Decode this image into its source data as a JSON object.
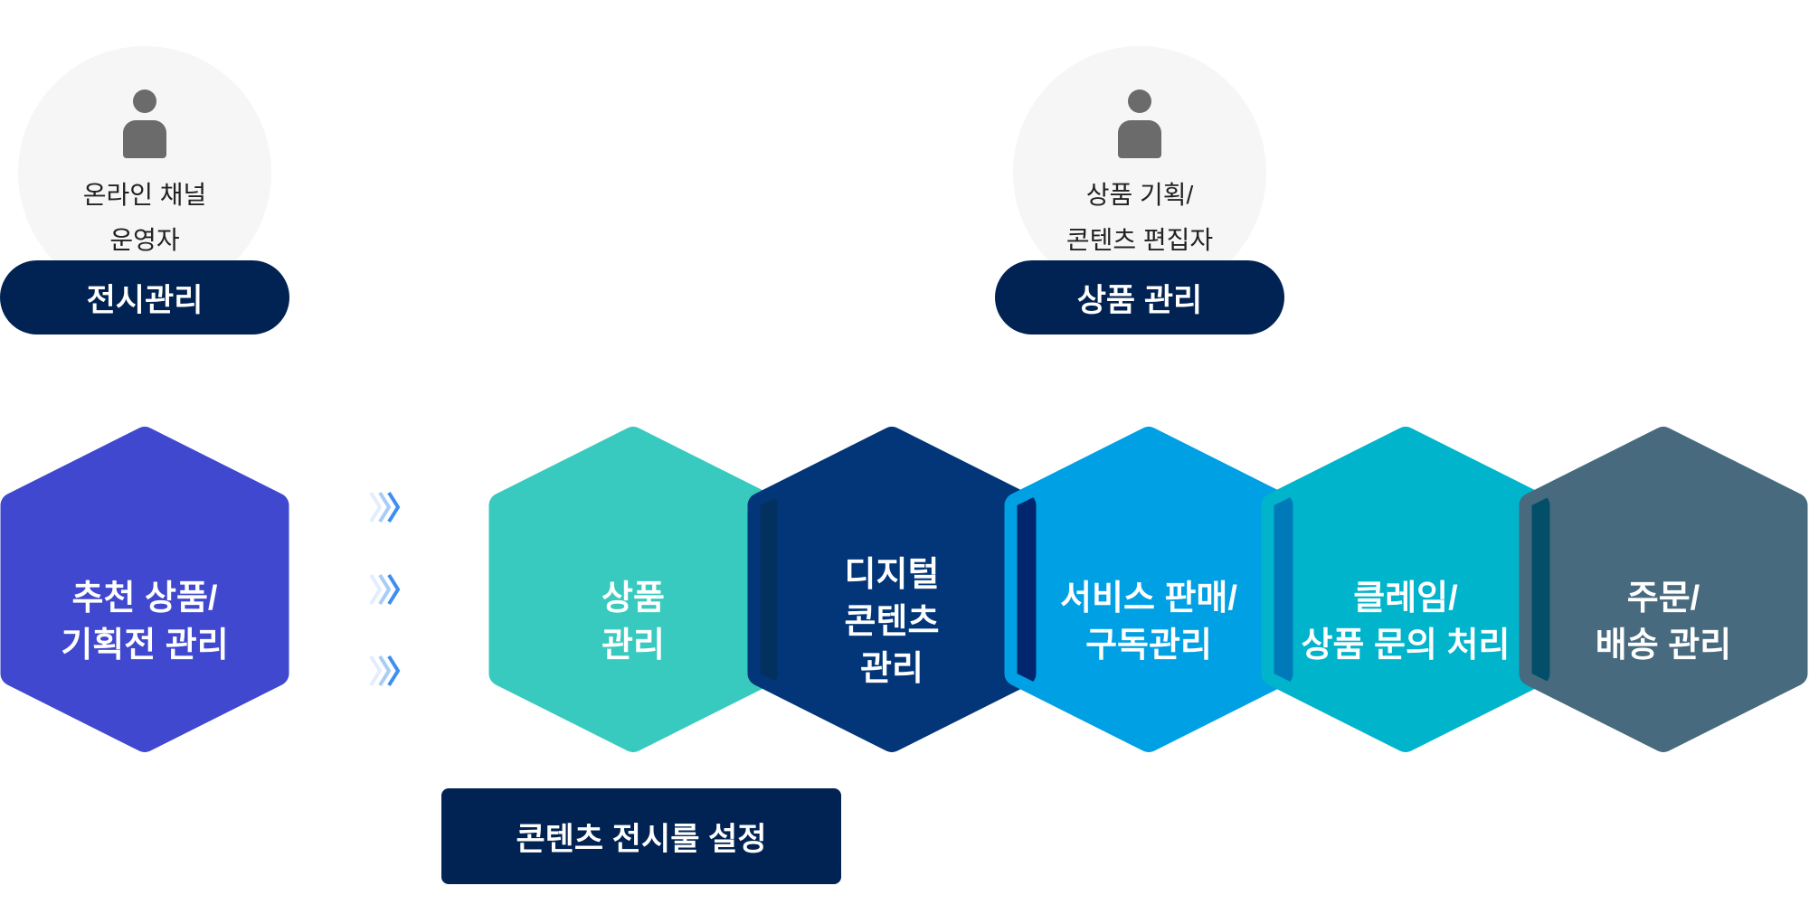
{
  "roles": [
    {
      "name": "온라인 채널\n운영자",
      "line1": "온라인 채널",
      "line2": "운영자",
      "pill": "전시관리"
    },
    {
      "name": "상품 기획/\n콘텐츠 편집자",
      "line1": "상품 기획/",
      "line2": "콘텐츠 편집자",
      "pill": "상품 관리"
    }
  ],
  "hexagons": [
    {
      "label": "추천 상품/\n기획전 관리",
      "color": "#3f48cf"
    },
    {
      "label": "상품\n관리",
      "color": "#38c9bf"
    },
    {
      "label": "디지털\n콘텐츠\n관리",
      "color": "#023679"
    },
    {
      "label": "서비스 판매/\n구독관리",
      "color": "#00a0e4"
    },
    {
      "label": "클레임/\n상품 문의 처리",
      "color": "#00b4cc"
    },
    {
      "label": "주문/\n배송 관리",
      "color": "#476a7e"
    }
  ],
  "overlap_colors": [
    "#03315f",
    "#01266e",
    "#0079b8",
    "#034f69"
  ],
  "arrow_color": "#3d8ef0",
  "bottom_box": "콘텐츠 전시룰 설정"
}
